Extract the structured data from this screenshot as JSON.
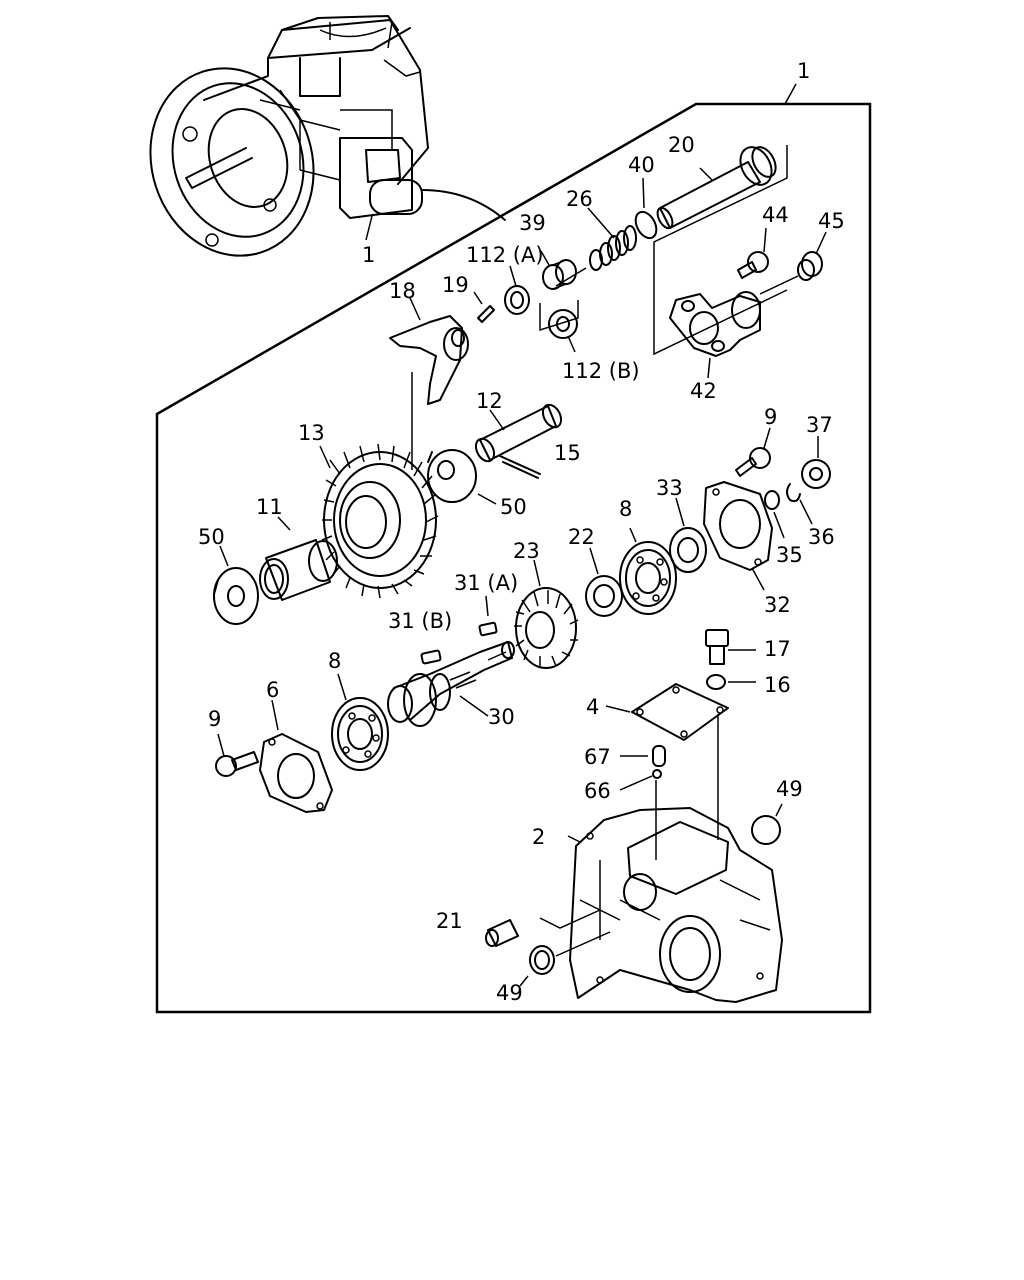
{
  "diagram": {
    "callouts": {
      "c1_top": "1",
      "c1_engine": "1",
      "c20": "20",
      "c40": "40",
      "c26": "26",
      "c39": "39",
      "c112a": "112 (A)",
      "c44": "44",
      "c45": "45",
      "c19": "19",
      "c18": "18",
      "c112b": "112 (B)",
      "c42": "42",
      "c12": "12",
      "c15": "15",
      "c13": "13",
      "c9_right": "9",
      "c37": "37",
      "c50_right": "50",
      "c33": "33",
      "c8_right": "8",
      "c11": "11",
      "c50_left": "50",
      "c22": "22",
      "c23": "23",
      "c36": "36",
      "c35": "35",
      "c31a": "31 (A)",
      "c32": "32",
      "c31b": "31 (B)",
      "c17": "17",
      "c8_left": "8",
      "c16": "16",
      "c6": "6",
      "c30": "30",
      "c4": "4",
      "c9_left": "9",
      "c67": "67",
      "c66": "66",
      "c49_right": "49",
      "c2": "2",
      "c21": "21",
      "c49_bottom": "49"
    }
  }
}
